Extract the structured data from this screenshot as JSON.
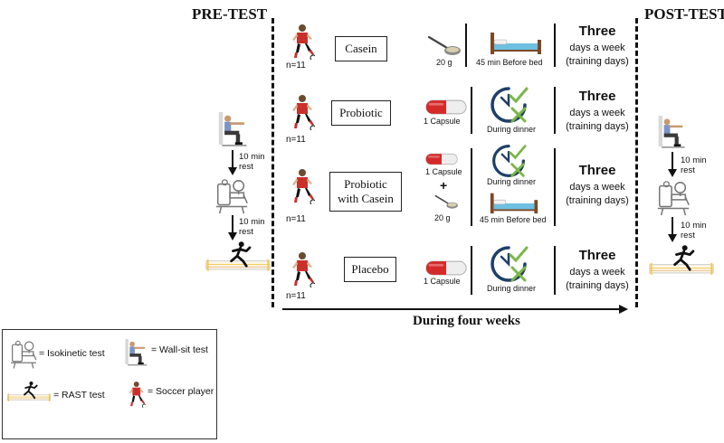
{
  "pre_test_title": "PRE-TEST",
  "post_test_title": "POST-TEST",
  "duration_label": "During four weeks",
  "rest_label_line1": "10 min",
  "rest_label_line2": "rest",
  "groups": [
    {
      "name": "Casein",
      "n": "n=11",
      "supplements": [
        {
          "amount": "20 g",
          "timing": "45 min Before bed"
        }
      ],
      "frequency_main": "Three",
      "frequency_line1": "days a week",
      "frequency_line2": "(training days)"
    },
    {
      "name": "Probiotic",
      "n": "n=11",
      "supplements": [
        {
          "amount": "1 Capsule",
          "timing": "During dinner"
        }
      ],
      "frequency_main": "Three",
      "frequency_line1": "days a week",
      "frequency_line2": "(training days)"
    },
    {
      "name": "Probiotic with Casein",
      "n": "n=11",
      "supplements": [
        {
          "amount": "1 Capsule",
          "timing": "During dinner"
        },
        {
          "amount": "20 g",
          "timing": "45 min Before bed"
        }
      ],
      "plus_sign": "+",
      "frequency_main": "Three",
      "frequency_line1": "days a week",
      "frequency_line2": "(training days)"
    },
    {
      "name": "Placebo",
      "n": "n=11",
      "supplements": [
        {
          "amount": "1 Capsule",
          "timing": "During dinner"
        }
      ],
      "frequency_main": "Three",
      "frequency_line1": "days a week",
      "frequency_line2": "(training days)"
    }
  ],
  "legend": {
    "isokinetic": "= Isokinetic test",
    "wall_sit": "= Wall-sit test",
    "rast": "= RAST test",
    "soccer": "= Soccer player"
  },
  "colors": {
    "capsule_red": "#d42a2a",
    "clock_blue": "#1f3f66",
    "check_green": "#7ab648",
    "bed_blue": "#6ec0e0",
    "player_red": "#c9302c",
    "rast_yellow": "#f2c94c"
  }
}
